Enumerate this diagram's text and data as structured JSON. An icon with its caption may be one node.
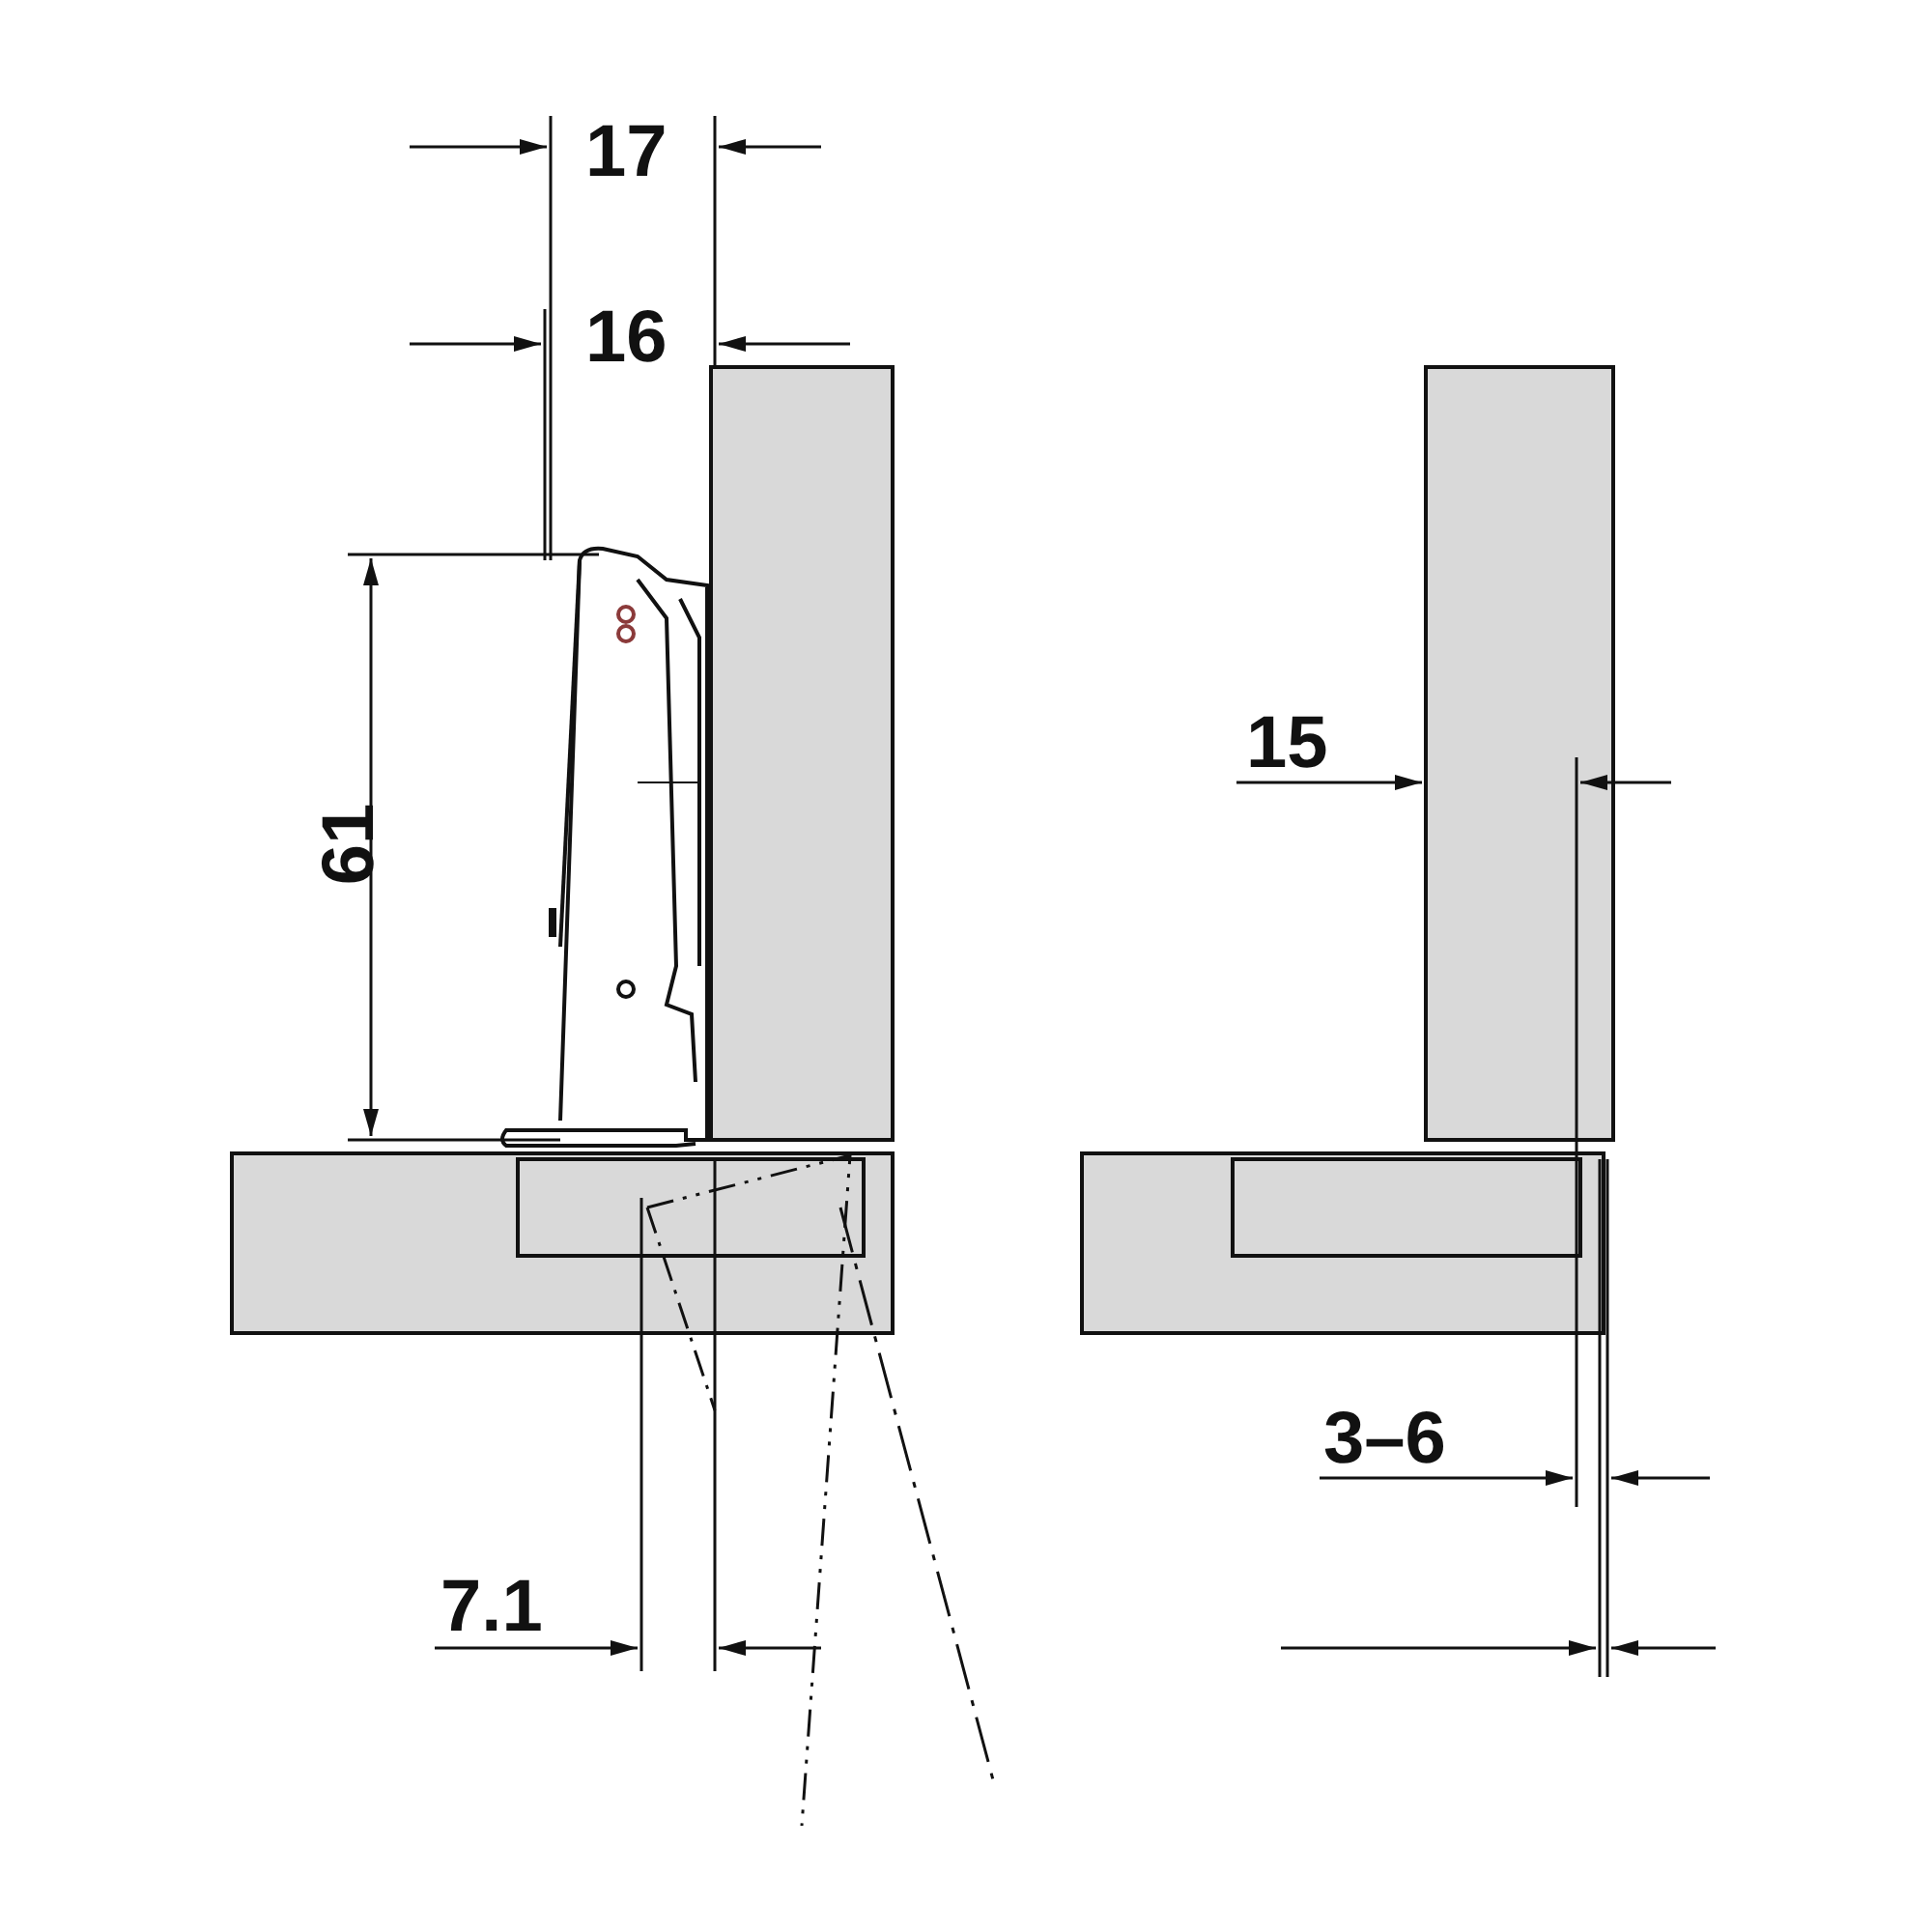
{
  "diagram": {
    "labels": [
      "17",
      "16",
      "61",
      "15",
      "3–6",
      "7.1"
    ]
  }
}
